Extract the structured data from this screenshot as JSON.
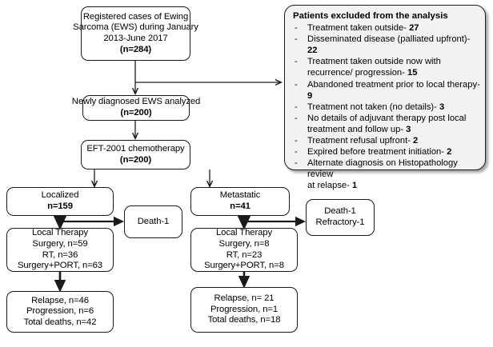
{
  "diagram": {
    "title": "Ewing Sarcoma patient flow diagram",
    "nodes": {
      "registered": {
        "line1": "Registered cases of Ewing",
        "line2": "Sarcoma (EWS) during January",
        "line3": "2013-June 2017",
        "line4": "(n=284)"
      },
      "analyzed": {
        "line1": "Newly diagnosed EWS analyzed",
        "line2": "(n=200)"
      },
      "chemo": {
        "line1": "EFT-2001 chemotherapy",
        "line2": "(n=200)"
      },
      "localized": {
        "line1": "Localized",
        "line2": "n=159"
      },
      "metastatic": {
        "line1": "Metastatic",
        "line2": "n=41"
      },
      "death_localized": {
        "line1": "Death-1"
      },
      "death_metastatic": {
        "line1": "Death-1",
        "line2": "Refractory-1"
      },
      "local_therapy_localized": {
        "line1": "Local Therapy",
        "line2": "Surgery, n=59",
        "line3": "RT, n=36",
        "line4": "Surgery+PORT, n=63"
      },
      "local_therapy_metastatic": {
        "line1": "Local Therapy",
        "line2": "Surgery, n=8",
        "line3": "RT, n=23",
        "line4": "Surgery+PORT, n=8"
      },
      "outcomes_localized": {
        "line1": "Relapse, n=46",
        "line2": "Progression, n=6",
        "line3": "Total deaths, n=42"
      },
      "outcomes_metastatic": {
        "line1": "Relapse, n= 21",
        "line2": "Progression, n=1",
        "line3": "Total deaths, n=18"
      }
    },
    "excluded_panel": {
      "title": "Patients excluded from the analysis",
      "items": [
        {
          "text": "Treatment taken outside- ",
          "count": "27",
          "second_line": ""
        },
        {
          "text": "Disseminated disease (palliated upfront)- ",
          "count": "22",
          "second_line": ""
        },
        {
          "text": "Treatment taken outside now with",
          "count": "15",
          "second_line": "recurrence/   progression- "
        },
        {
          "text": "Abandoned treatment prior to local therapy- ",
          "count": "9",
          "second_line": ""
        },
        {
          "text": "Treatment not taken (no details)- ",
          "count": "3",
          "second_line": ""
        },
        {
          "text": "No details of adjuvant therapy post local",
          "count": "3",
          "second_line": "treatment and follow up- "
        },
        {
          "text": "Treatment refusal upfront- ",
          "count": "2",
          "second_line": ""
        },
        {
          "text": "Expired before treatment initiation- ",
          "count": "2",
          "second_line": ""
        },
        {
          "text": "Alternate diagnosis on Histopathology review",
          "count": "1",
          "second_line": "at relapse- "
        }
      ],
      "dash": "-"
    },
    "colors": {
      "stroke": "#1a1a1a",
      "panel_fill": "#f2f2f2",
      "background": "#ffffff"
    }
  }
}
